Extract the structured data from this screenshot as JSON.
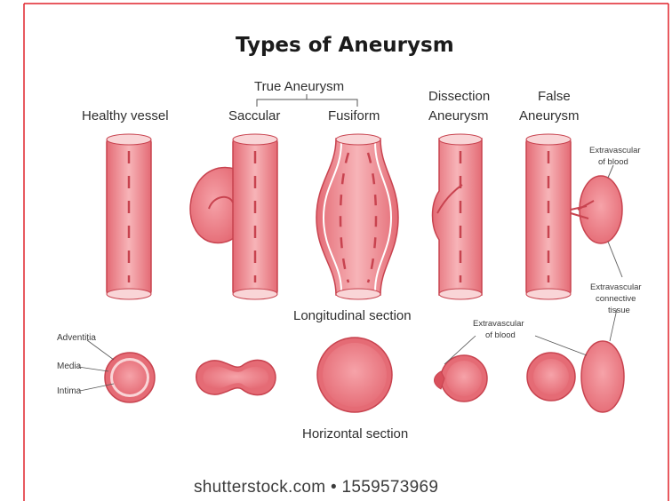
{
  "title": "Types of Aneurysm",
  "group_label": "True Aneurysm",
  "columns": {
    "healthy": "Healthy vessel",
    "saccular": "Saccular",
    "fusiform": "Fusiform",
    "dissection_line1": "Dissection",
    "dissection_line2": "Aneurysm",
    "false_line1": "False",
    "false_line2": "Aneurysm"
  },
  "annotations": {
    "extravascular_blood_line1": "Extravascular",
    "extravascular_blood_line2": "of blood",
    "connective_line1": "Extravascular",
    "connective_line2": "connective",
    "connective_line3": "tissue",
    "dissection_blood_line1": "Extravascular",
    "dissection_blood_line2": "of blood"
  },
  "layers": {
    "adventitia": "Adventitia",
    "media": "Media",
    "intima": "Intima"
  },
  "sections": {
    "longitudinal": "Longitudinal section",
    "horizontal": "Horizontal section"
  },
  "footer": {
    "watermark": "shutterstock.com • 1559573969"
  },
  "colors": {
    "border": "#e0242b",
    "vessel_outer": "#e8737c",
    "vessel_inner": "#f5a9ae",
    "vessel_dash": "#c8434f",
    "blood": "#e0606b"
  }
}
